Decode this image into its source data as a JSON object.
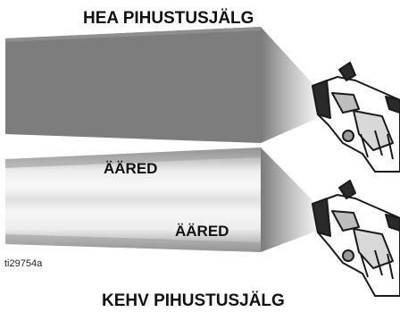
{
  "labels": {
    "good_pattern_title": "HEA PIHUSTUSJÄLG",
    "bad_pattern_title": "KEHV PIHUSTUSJÄLG",
    "edges_label_top": "ÄÄRED",
    "edges_label_bottom": "ÄÄRED",
    "figure_id": "ti29754a"
  }
}
